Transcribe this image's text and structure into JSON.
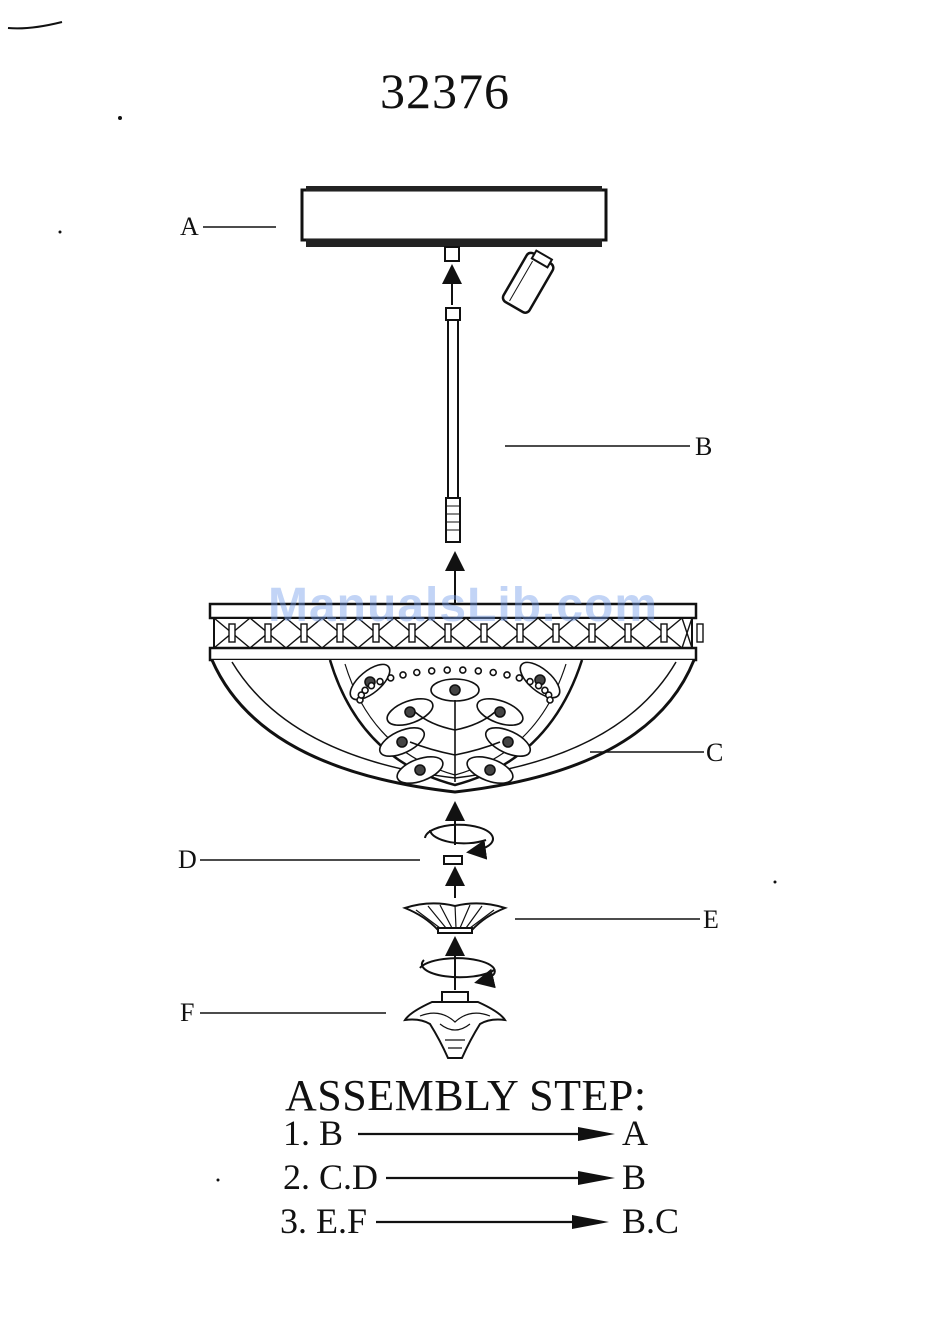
{
  "document": {
    "model_number": "32376",
    "watermark": "ManualsLib.com",
    "parts": [
      {
        "id": "A",
        "name": "canopy"
      },
      {
        "id": "B",
        "name": "rod"
      },
      {
        "id": "C",
        "name": "bowl"
      },
      {
        "id": "D",
        "name": "nut"
      },
      {
        "id": "E",
        "name": "cup"
      },
      {
        "id": "F",
        "name": "finial"
      }
    ],
    "assembly": {
      "heading": "ASSEMBLY STEP:",
      "steps": [
        {
          "from": "1. B",
          "to": "A"
        },
        {
          "from": "2. C.D",
          "to": "B"
        },
        {
          "from": "3. E.F",
          "to": "B.C"
        }
      ]
    }
  }
}
